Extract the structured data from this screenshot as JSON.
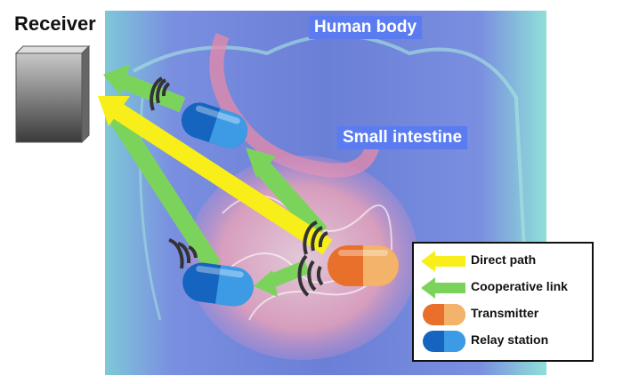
{
  "title": "Receiver",
  "labels": {
    "human_body": "Human body",
    "small_intestine": "Small intestine"
  },
  "legend": {
    "items": [
      {
        "label": "Direct path",
        "icon": "yellow-arrow-icon",
        "color": "#f7ee1a"
      },
      {
        "label": "Cooperative link",
        "icon": "green-arrow-icon",
        "color": "#7cd35c"
      },
      {
        "label": "Transmitter",
        "icon": "orange-capsule-icon",
        "colors": [
          "#e8702a",
          "#f4b36a"
        ]
      },
      {
        "label": "Relay station",
        "icon": "blue-capsule-icon",
        "colors": [
          "#1565c0",
          "#3d9be6"
        ]
      }
    ]
  },
  "colors": {
    "label_bg": "#5a7cf0",
    "body_bg": "#6c82d8",
    "direct_path": "#f7ee1a",
    "cooperative_link": "#7cd35c"
  }
}
